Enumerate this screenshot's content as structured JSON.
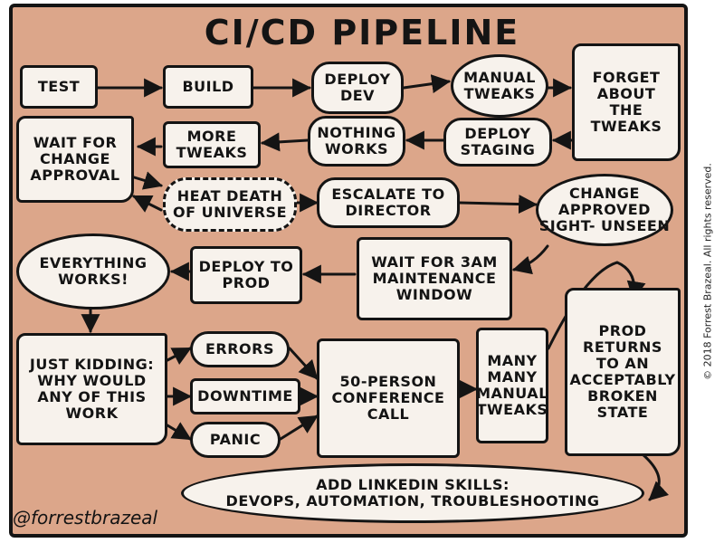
{
  "title": "CI/CD PIPELINE",
  "nodes": {
    "test": "TEST",
    "build": "BUILD",
    "deploy_dev": "DEPLOY\nDEV",
    "manual_tweaks": "MANUAL\nTWEAKS",
    "forget_tweaks": "FORGET\nABOUT\nTHE\nTWEAKS",
    "deploy_staging": "DEPLOY\nSTAGING",
    "nothing_works": "NOTHING\nWORKS",
    "more_tweaks": "MORE\nTWEAKS",
    "wait_change_approval": "WAIT FOR\nCHANGE\nAPPROVAL",
    "heat_death": "HEAT DEATH\nOF UNIVERSE",
    "escalate_director": "ESCALATE TO\nDIRECTOR",
    "change_approved": "CHANGE\nAPPROVED\nSIGHT- UNSEEN",
    "wait_3am": "WAIT FOR 3AM\nMAINTENANCE\nWINDOW",
    "deploy_prod": "DEPLOY TO\nPROD",
    "everything_works": "EVERYTHING\nWORKS!",
    "just_kidding": "JUST KIDDING:\nWHY WOULD\nANY OF THIS\nWORK",
    "errors": "ERRORS",
    "downtime": "DOWNTIME",
    "panic": "PANIC",
    "conference_call": "50-PERSON\nCONFERENCE\nCALL",
    "many_tweaks": "MANY\nMANY\nMANUAL\nTWEAKS",
    "prod_returns": "PROD\nRETURNS\nTO AN\nACCEPTABLY\nBROKEN\nSTATE",
    "linkedin": "ADD LINKEDIN SKILLS:\nDEVOPS, AUTOMATION, TROUBLESHOOTING"
  },
  "handle": "@forrestbrazeal",
  "copyright": "© 2018 Forrest Brazeal. All rights reserved.",
  "colors": {
    "background": "#dca68a",
    "box": "#f7f2ec",
    "ink": "#141414"
  }
}
